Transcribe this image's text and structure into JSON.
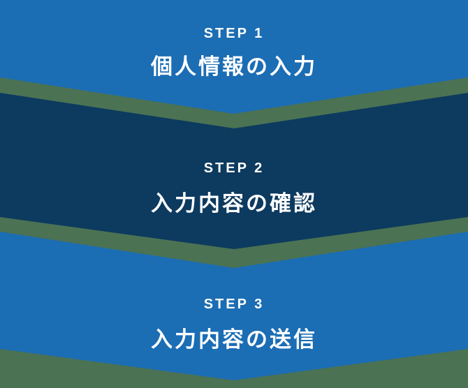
{
  "diagram": {
    "type": "step-flow-chevrons",
    "colors": {
      "background_green": "#4b7253",
      "primary_blue": "#1b6db4",
      "dark_navy": "#0d3a5f",
      "text_white": "#ffffff"
    },
    "steps": [
      {
        "label": "STEP 1",
        "title": "個人情報の入力",
        "color": "#1b6db4"
      },
      {
        "label": "STEP 2",
        "title": "入力内容の確認",
        "color": "#0d3a5f"
      },
      {
        "label": "STEP 3",
        "title": "入力内容の送信",
        "color": "#1b6db4"
      }
    ]
  }
}
